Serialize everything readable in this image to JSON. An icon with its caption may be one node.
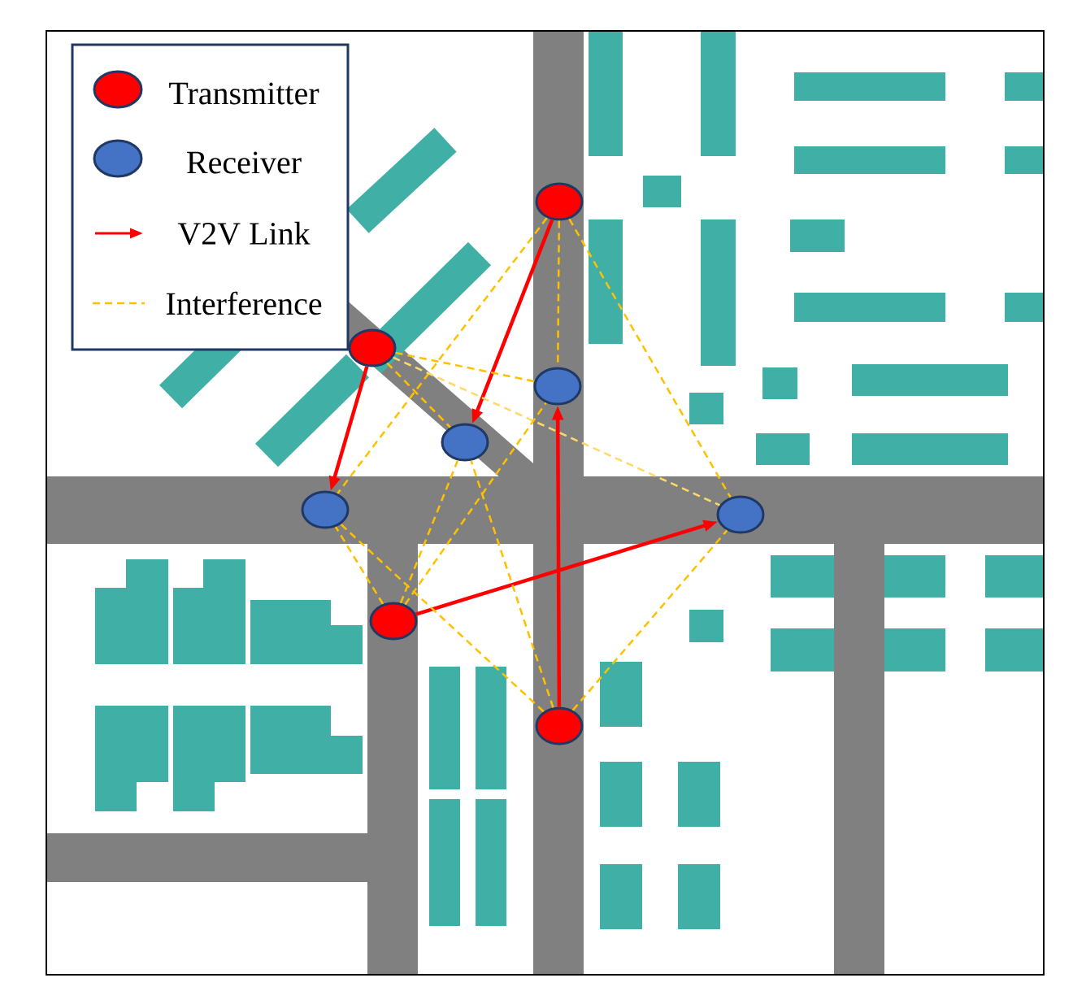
{
  "diagram": {
    "nodes": [
      {
        "text": [],
        "shape": "circle"
      },
      {
        "text": [],
        "shape": "circle"
      },
      {
        "text": [],
        "shape": "circle"
      },
      {
        "text": [],
        "shape": "circle"
      },
      {
        "text": [],
        "shape": "circle"
      },
      {
        "text": [],
        "shape": "circle"
      },
      {
        "text": [],
        "shape": "circle"
      },
      {
        "text": [],
        "shape": "circle"
      }
    ],
    "edges": [
      {
        "from": 0,
        "to": 3,
        "arrow": "to",
        "color": "#ff0000"
      },
      {
        "from": 1,
        "to": 4,
        "arrow": "to",
        "color": "#ff0000"
      },
      {
        "from": 6,
        "to": 5,
        "arrow": "to",
        "color": "#ff0000"
      },
      {
        "from": 7,
        "to": 2,
        "arrow": "to",
        "color": "#ff0000"
      },
      {
        "from": 0,
        "to": 2,
        "arrow": "none",
        "style": "dashed"
      },
      {
        "from": 0,
        "to": 4,
        "arrow": "none",
        "style": "dashed"
      },
      {
        "from": 0,
        "to": 5,
        "arrow": "none",
        "style": "dashed"
      },
      {
        "from": 1,
        "to": 2,
        "arrow": "none",
        "style": "dashed"
      },
      {
        "from": 1,
        "to": 3,
        "arrow": "none",
        "style": "dashed"
      },
      {
        "from": 1,
        "to": 5,
        "arrow": "none",
        "style": "dashed",
        "color": "#ffd966"
      },
      {
        "from": 6,
        "to": 4,
        "arrow": "none",
        "style": "dashed"
      },
      {
        "from": 6,
        "to": 3,
        "arrow": "none",
        "style": "dashed"
      },
      {
        "from": 6,
        "to": 2,
        "arrow": "none",
        "style": "dashed"
      },
      {
        "from": 7,
        "to": 4,
        "arrow": "none",
        "style": "dashed"
      },
      {
        "from": 7,
        "to": 3,
        "arrow": "none",
        "style": "dashed"
      },
      {
        "from": 7,
        "to": 5,
        "arrow": "none",
        "style": "dashed"
      }
    ],
    "legend": [
      {
        "text": "Transmitter",
        "color": "#ff0000"
      },
      {
        "text": "Receiver",
        "color": "#4472c4"
      },
      {
        "text": "V2V Link"
      },
      {
        "text": "Interference"
      }
    ]
  }
}
